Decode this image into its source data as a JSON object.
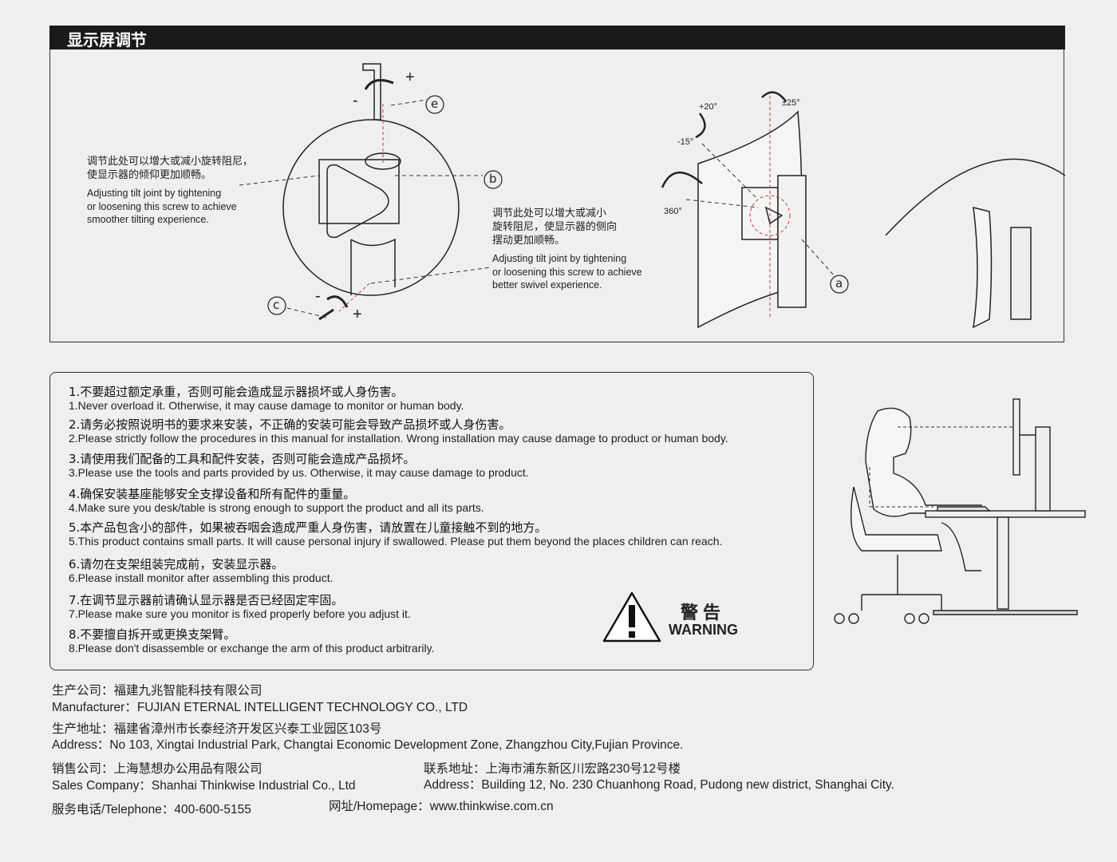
{
  "section_title": "显示屏调节",
  "tilt_note": {
    "cn": [
      "调节此处可以增大或减小旋转阻尼，",
      "使显示器的倾仰更加顺畅。"
    ],
    "en": [
      "Adjusting tilt joint by tightening",
      "or loosening this screw to achieve",
      "smoother tilting experience."
    ]
  },
  "swivel_note": {
    "cn": [
      "调节此处可以增大或减小",
      "旋转阻尼，使显示器的侧向",
      "摆动更加顺畅。"
    ],
    "en": [
      "Adjusting tilt joint by tightening",
      "or loosening this screw to achieve",
      "better swivel experience."
    ]
  },
  "callouts": {
    "a": "a",
    "b": "b",
    "c": "c",
    "e": "e"
  },
  "signs": {
    "plus": "+",
    "minus": "-"
  },
  "angles": {
    "tilt_up": "+20°",
    "tilt_down": "-15°",
    "swivel": "±25°",
    "rotate": "360°"
  },
  "warnings": [
    {
      "cn": "1.不要超过额定承重，否则可能会造成显示器损坏或人身伤害。",
      "en": "1.Never overload it. Otherwise, it may cause damage to monitor or human body."
    },
    {
      "cn": "2.请务必按照说明书的要求来安装，不正确的安装可能会导致产品损坏或人身伤害。",
      "en": "2.Please strictly follow the procedures in this manual for installation. Wrong installation may cause damage to product or human body."
    },
    {
      "cn": "3.请使用我们配备的工具和配件安装，否则可能会造成产品损坏。",
      "en": "3.Please use the tools and parts provided by us. Otherwise, it may cause damage to product."
    },
    {
      "cn": "4.确保安装基座能够安全支撑设备和所有配件的重量。",
      "en": "4.Make sure you desk/table is strong enough to support the product and all its parts."
    },
    {
      "cn": "5.本产品包含小的部件，如果被吞咽会造成严重人身伤害，请放置在儿童接触不到的地方。",
      "en": "5.This product contains small parts. It will cause personal injury if swallowed. Please put them beyond the places children can reach."
    },
    {
      "cn": "6.请勿在支架组装完成前，安装显示器。",
      "en": "6.Please install monitor after assembling this product."
    },
    {
      "cn": "7.在调节显示器前请确认显示器是否已经固定牢固。",
      "en": "7.Please make sure you monitor is fixed properly before you adjust it."
    },
    {
      "cn": "8.不要擅自拆开或更换支架臂。",
      "en": "8.Please don't disassemble or exchange the arm of this product arbitrarily."
    }
  ],
  "warning_label": {
    "cn": "警告",
    "en": "WARNING"
  },
  "footer": {
    "manufacturer_cn": "生产公司：福建九兆智能科技有限公司",
    "manufacturer_en": "Manufacturer：FUJIAN ETERNAL INTELLIGENT TECHNOLOGY CO., LTD",
    "address_cn": "生产地址：福建省漳州市长泰经济开发区兴泰工业园区103号",
    "address_en": "Address：No 103, Xingtai Industrial Park, Changtai Economic Development Zone, Zhangzhou City,Fujian Province.",
    "sales_cn": "销售公司：上海慧想办公用品有限公司",
    "sales_en": "Sales Company：Shanhai Thinkwise Industrial Co., Ltd",
    "contact_cn": "联系地址：上海市浦东新区川宏路230号12号楼",
    "contact_en": "Address：Building 12, No. 230 Chuanhong Road, Pudong new district, Shanghai City.",
    "telephone": "服务电话/Telephone：400-600-5155",
    "homepage": "网址/Homepage：www.thinkwise.com.cn"
  }
}
